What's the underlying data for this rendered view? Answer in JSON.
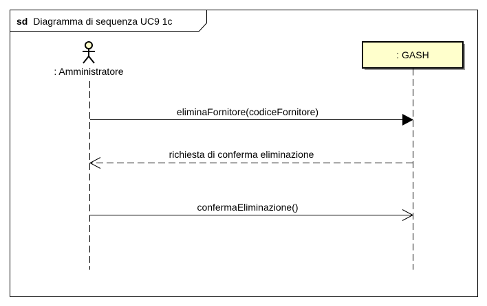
{
  "frame": {
    "keyword": "sd",
    "title": "Diagramma di sequenza UC9 1c"
  },
  "lifelines": [
    {
      "id": "actor",
      "kind": "actor",
      "label": ": Amministratore"
    },
    {
      "id": "system",
      "kind": "object",
      "label": ": GASH"
    }
  ],
  "messages": [
    {
      "from": "actor",
      "to": "system",
      "label": "eliminaFornitore(codiceFornitore)",
      "style": "sync"
    },
    {
      "from": "system",
      "to": "actor",
      "label": "richiesta di conferma eliminazione",
      "style": "reply"
    },
    {
      "from": "actor",
      "to": "system",
      "label": "confermaEliminazione()",
      "style": "async"
    }
  ],
  "colors": {
    "object_fill": "#FFFFCC",
    "stroke": "#000000",
    "background": "#FFFFFF"
  }
}
